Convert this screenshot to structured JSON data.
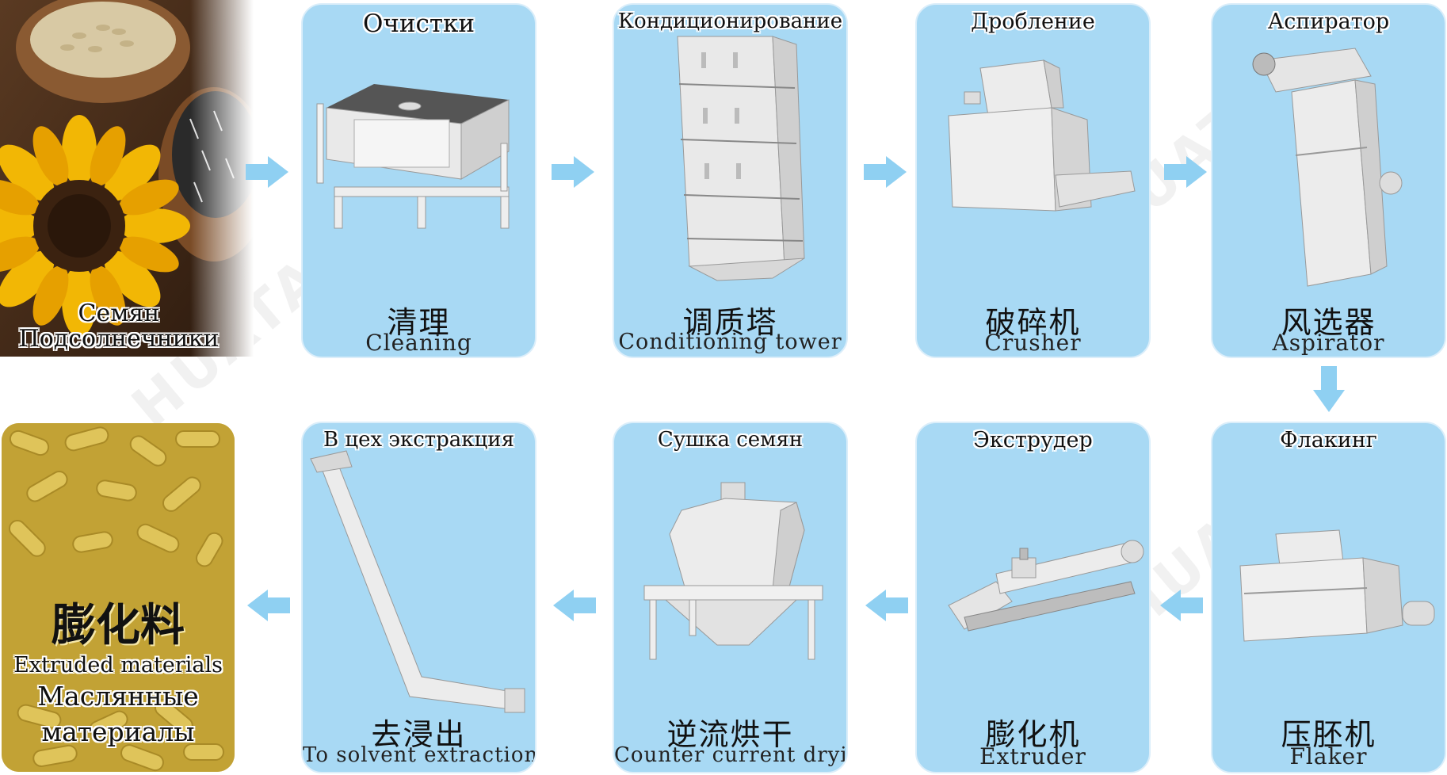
{
  "start": {
    "line1": "Семян",
    "line2": "Подсолнечники"
  },
  "end": {
    "zh": "膨化料",
    "en": "Extruded materials",
    "ru_line1": "Маслянные",
    "ru_line2": "материалы"
  },
  "watermark": "HUATAI",
  "steps": [
    {
      "ru": "Очистки",
      "zh": "清理",
      "en": "Cleaning"
    },
    {
      "ru": "Кондиционирование",
      "zh": "调质塔",
      "en": "Conditioning tower"
    },
    {
      "ru": "Дробление",
      "zh": "破碎机",
      "en": "Crusher"
    },
    {
      "ru": "Аспиратор",
      "zh": "风选器",
      "en": "Aspirator"
    },
    {
      "ru": "Флакинг",
      "zh": "压胚机",
      "en": "Flaker"
    },
    {
      "ru": "Экструдер",
      "zh": "膨化机",
      "en": "Extruder"
    },
    {
      "ru": "Сушка семян",
      "zh": "逆流烘干",
      "en": "Counter current drying"
    },
    {
      "ru": "В цех экстракция",
      "zh": "去浸出",
      "en": "To solvent extraction"
    }
  ],
  "colors": {
    "card": "#a8d9f4",
    "arrow": "#8fd0f2"
  }
}
